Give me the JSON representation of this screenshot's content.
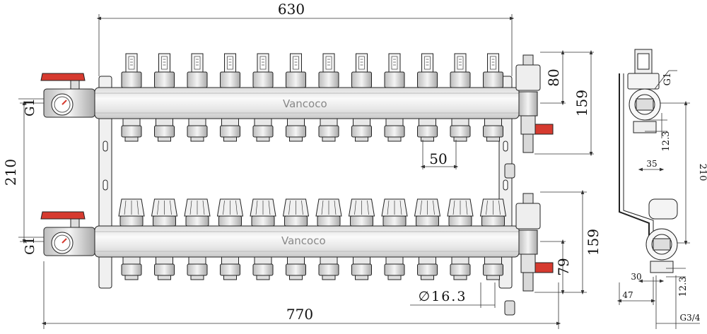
{
  "brand": "Vancoco",
  "front_view": {
    "dims": {
      "top_width": "630",
      "bottom_width": "770",
      "left_height": "210",
      "spacing": "50",
      "right_upper_short": "80",
      "right_upper_long": "159",
      "right_lower_long": "159",
      "right_lower_short": "79",
      "diameter": "∅16.3",
      "thread_top": "G1",
      "thread_bottom": "G1"
    },
    "circuits": 12
  },
  "side_view": {
    "dims": {
      "thread": "G1",
      "offset_upper": "12.3",
      "width_35": "35",
      "height": "210",
      "width_30": "30",
      "offset_lower": "12.3",
      "width_47": "47",
      "thread_outlet": "G3/4"
    }
  },
  "colors": {
    "line": "#222222",
    "body_fill": "#f2f2f2",
    "dim_line": "#333333",
    "red_handle": "#d63a2f"
  }
}
